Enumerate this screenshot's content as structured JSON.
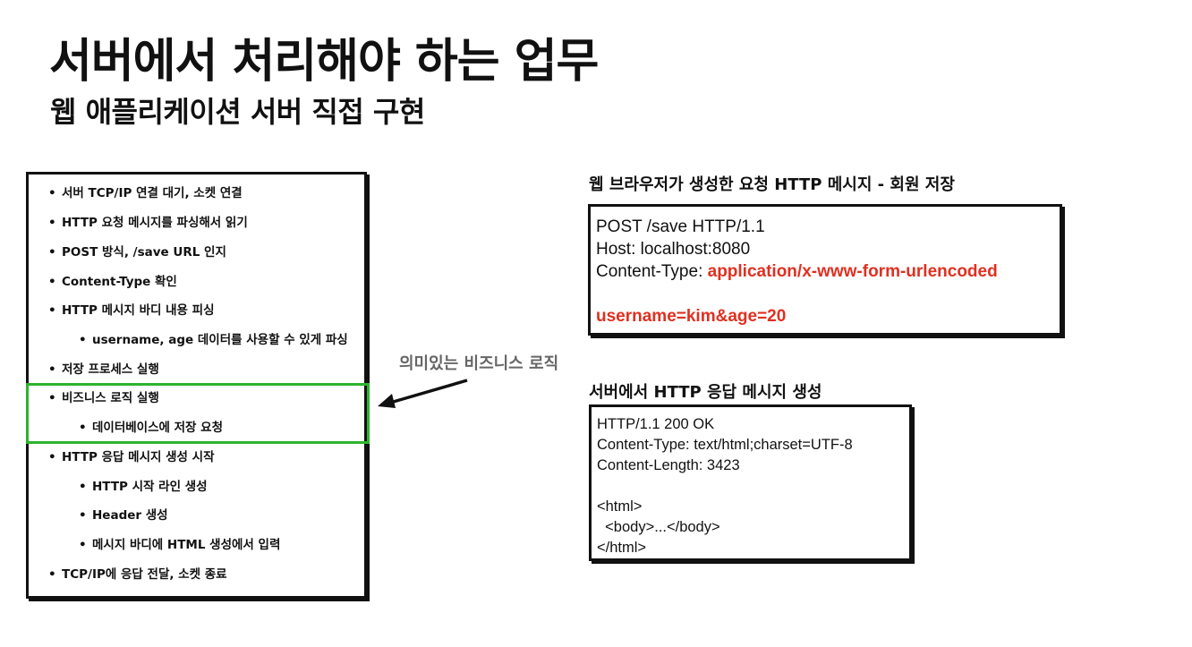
{
  "header": {
    "title": "서버에서 처리해야 하는 업무",
    "subtitle": "웹 애플리케이션 서버 직접 구현"
  },
  "tasks": [
    {
      "text": "서버 TCP/IP 연결 대기, 소켓 연결",
      "level": 1
    },
    {
      "text": "HTTP 요청 메시지를 파싱해서 읽기",
      "level": 1
    },
    {
      "text": "POST 방식, /save URL 인지",
      "level": 1
    },
    {
      "text": "Content-Type 확인",
      "level": 1
    },
    {
      "text": "HTTP 메시지 바디 내용 피싱",
      "level": 1
    },
    {
      "text": "username, age 데이터를 사용할 수 있게 파싱",
      "level": 2
    },
    {
      "text": "저장 프로세스 실행",
      "level": 1
    },
    {
      "text": "비즈니스 로직 실행",
      "level": 1
    },
    {
      "text": "데이터베이스에 저장 요청",
      "level": 2
    },
    {
      "text": "HTTP 응답 메시지 생성 시작",
      "level": 1
    },
    {
      "text": "HTTP 시작 라인 생성",
      "level": 2
    },
    {
      "text": "Header 생성",
      "level": 2
    },
    {
      "text": "메시지 바디에 HTML 생성에서 입력",
      "level": 2
    },
    {
      "text": "TCP/IP에 응답 전달, 소켓 종료",
      "level": 1
    }
  ],
  "annotation": {
    "label": "의미있는 비즈니스 로직"
  },
  "request": {
    "label": "웹 브라우저가 생성한 요청 HTTP 메시지 - 회원 저장",
    "line1": "POST /save HTTP/1.1",
    "line2": "Host: localhost:8080",
    "line3_key": "Content-Type: ",
    "line3_value": "application/x-www-form-urlencoded",
    "body": "username=kim&age=20"
  },
  "response": {
    "label": "서버에서 HTTP 응답 메시지 생성",
    "lines": [
      "HTTP/1.1 200 OK",
      "Content-Type: text/html;charset=UTF-8",
      "Content-Length: 3423",
      "",
      "<html>",
      "  <body>...</body>",
      "</html>"
    ]
  },
  "colors": {
    "highlight": "#2db32d",
    "emphasis": "#e03020",
    "annotation_text": "#666666"
  }
}
